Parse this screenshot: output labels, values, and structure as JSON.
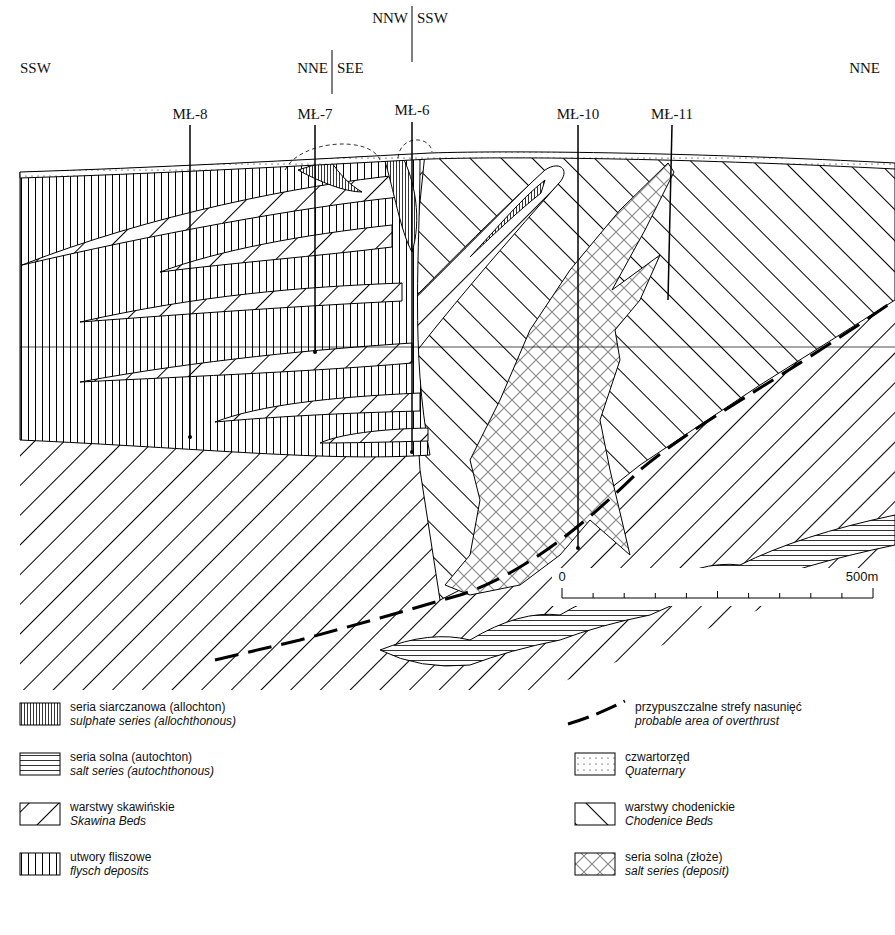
{
  "diagram": {
    "labels": [
      "NNW",
      "SSW",
      "SSW",
      "NNE",
      "SEE",
      "NNE",
      "MŁ-8",
      "MŁ-7",
      "MŁ-6",
      "MŁ-10",
      "MŁ-11",
      "0",
      "500m"
    ],
    "legend": [
      {
        "text": "seria siarczanowa (allochton)"
      },
      {
        "text": "sulphate series (allochthonous)"
      },
      {
        "text": "seria solna (autochton)"
      },
      {
        "text": "salt series (autochthonous)"
      },
      {
        "text": "warstwy skawińskie"
      },
      {
        "text": "Skawina Beds"
      },
      {
        "text": "utwory fliszowe"
      },
      {
        "text": "flysch deposits"
      },
      {
        "text": "przypuszczalne strefy nasunięć"
      },
      {
        "text": "probable area of overthrust"
      },
      {
        "text": "czwartorzęd"
      },
      {
        "text": "Quaternary"
      },
      {
        "text": "warstwy chodenickie"
      },
      {
        "text": "Chodenice Beds"
      },
      {
        "text": "seria solna (złoże)"
      },
      {
        "text": "salt series (deposit)"
      }
    ]
  }
}
